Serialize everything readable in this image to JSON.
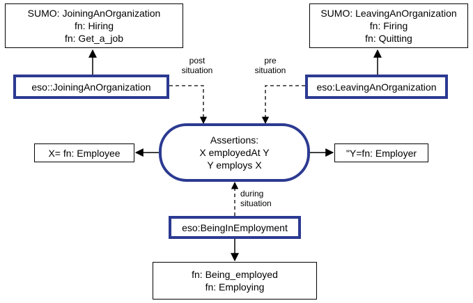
{
  "nodes": {
    "sumo_joining": {
      "lines": [
        "SUMO: JoiningAnOrganization",
        "fn: Hiring",
        "fn: Get_a_job"
      ]
    },
    "sumo_leaving": {
      "lines": [
        "SUMO: LeavingAnOrganization",
        "fn: Firing",
        "fn: Quitting"
      ]
    },
    "eso_joining": {
      "label": "eso::JoiningAnOrganization"
    },
    "eso_leaving": {
      "label": "eso:LeavingAnOrganization"
    },
    "assertions": {
      "lines": [
        "Assertions:",
        "X employedAt Y",
        "Y employs X"
      ]
    },
    "employee": {
      "label": "X= fn: Employee"
    },
    "employer": {
      "label": "\"Y=fn: Employer"
    },
    "eso_being": {
      "label": "eso:BeingInEmployment"
    },
    "fn_being": {
      "lines": [
        "fn: Being_employed",
        "fn: Employing"
      ]
    }
  },
  "edge_labels": {
    "post": [
      "post",
      "situation"
    ],
    "pre": [
      "pre",
      "situation"
    ],
    "during": [
      "during",
      "situation"
    ]
  }
}
